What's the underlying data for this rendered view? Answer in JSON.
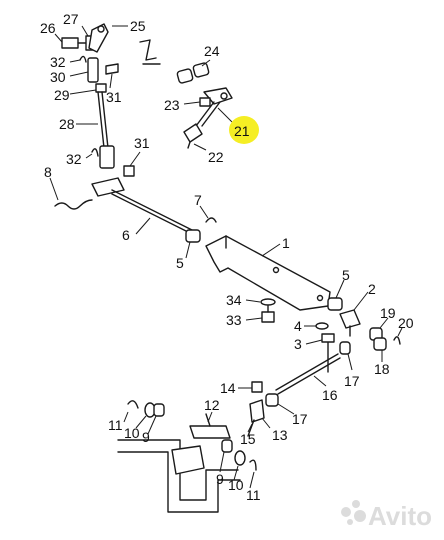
{
  "diagram": {
    "callouts": {
      "c27": "27",
      "c26": "26",
      "c25": "25",
      "c24": "24",
      "c32a": "32",
      "c30": "30",
      "c29": "29",
      "c31a": "31",
      "c23": "23",
      "c21": "21",
      "c28": "28",
      "c31b": "31",
      "c32b": "32",
      "c22": "22",
      "c8": "8",
      "c7": "7",
      "c6": "6",
      "c1": "1",
      "c5a": "5",
      "c5b": "5",
      "c2": "2",
      "c34": "34",
      "c33": "33",
      "c4": "4",
      "c19": "19",
      "c20": "20",
      "c3": "3",
      "c18": "18",
      "c17a": "17",
      "c16": "16",
      "c14": "14",
      "c12": "12",
      "c11a": "11",
      "c10a": "10",
      "c9a": "9",
      "c17b": "17",
      "c15": "15",
      "c13": "13",
      "c9b": "9",
      "c10b": "10",
      "c11b": "11"
    },
    "highlighted_callout": "21",
    "highlight_color": "#f5ee24"
  },
  "watermark": {
    "text": "Avito"
  }
}
